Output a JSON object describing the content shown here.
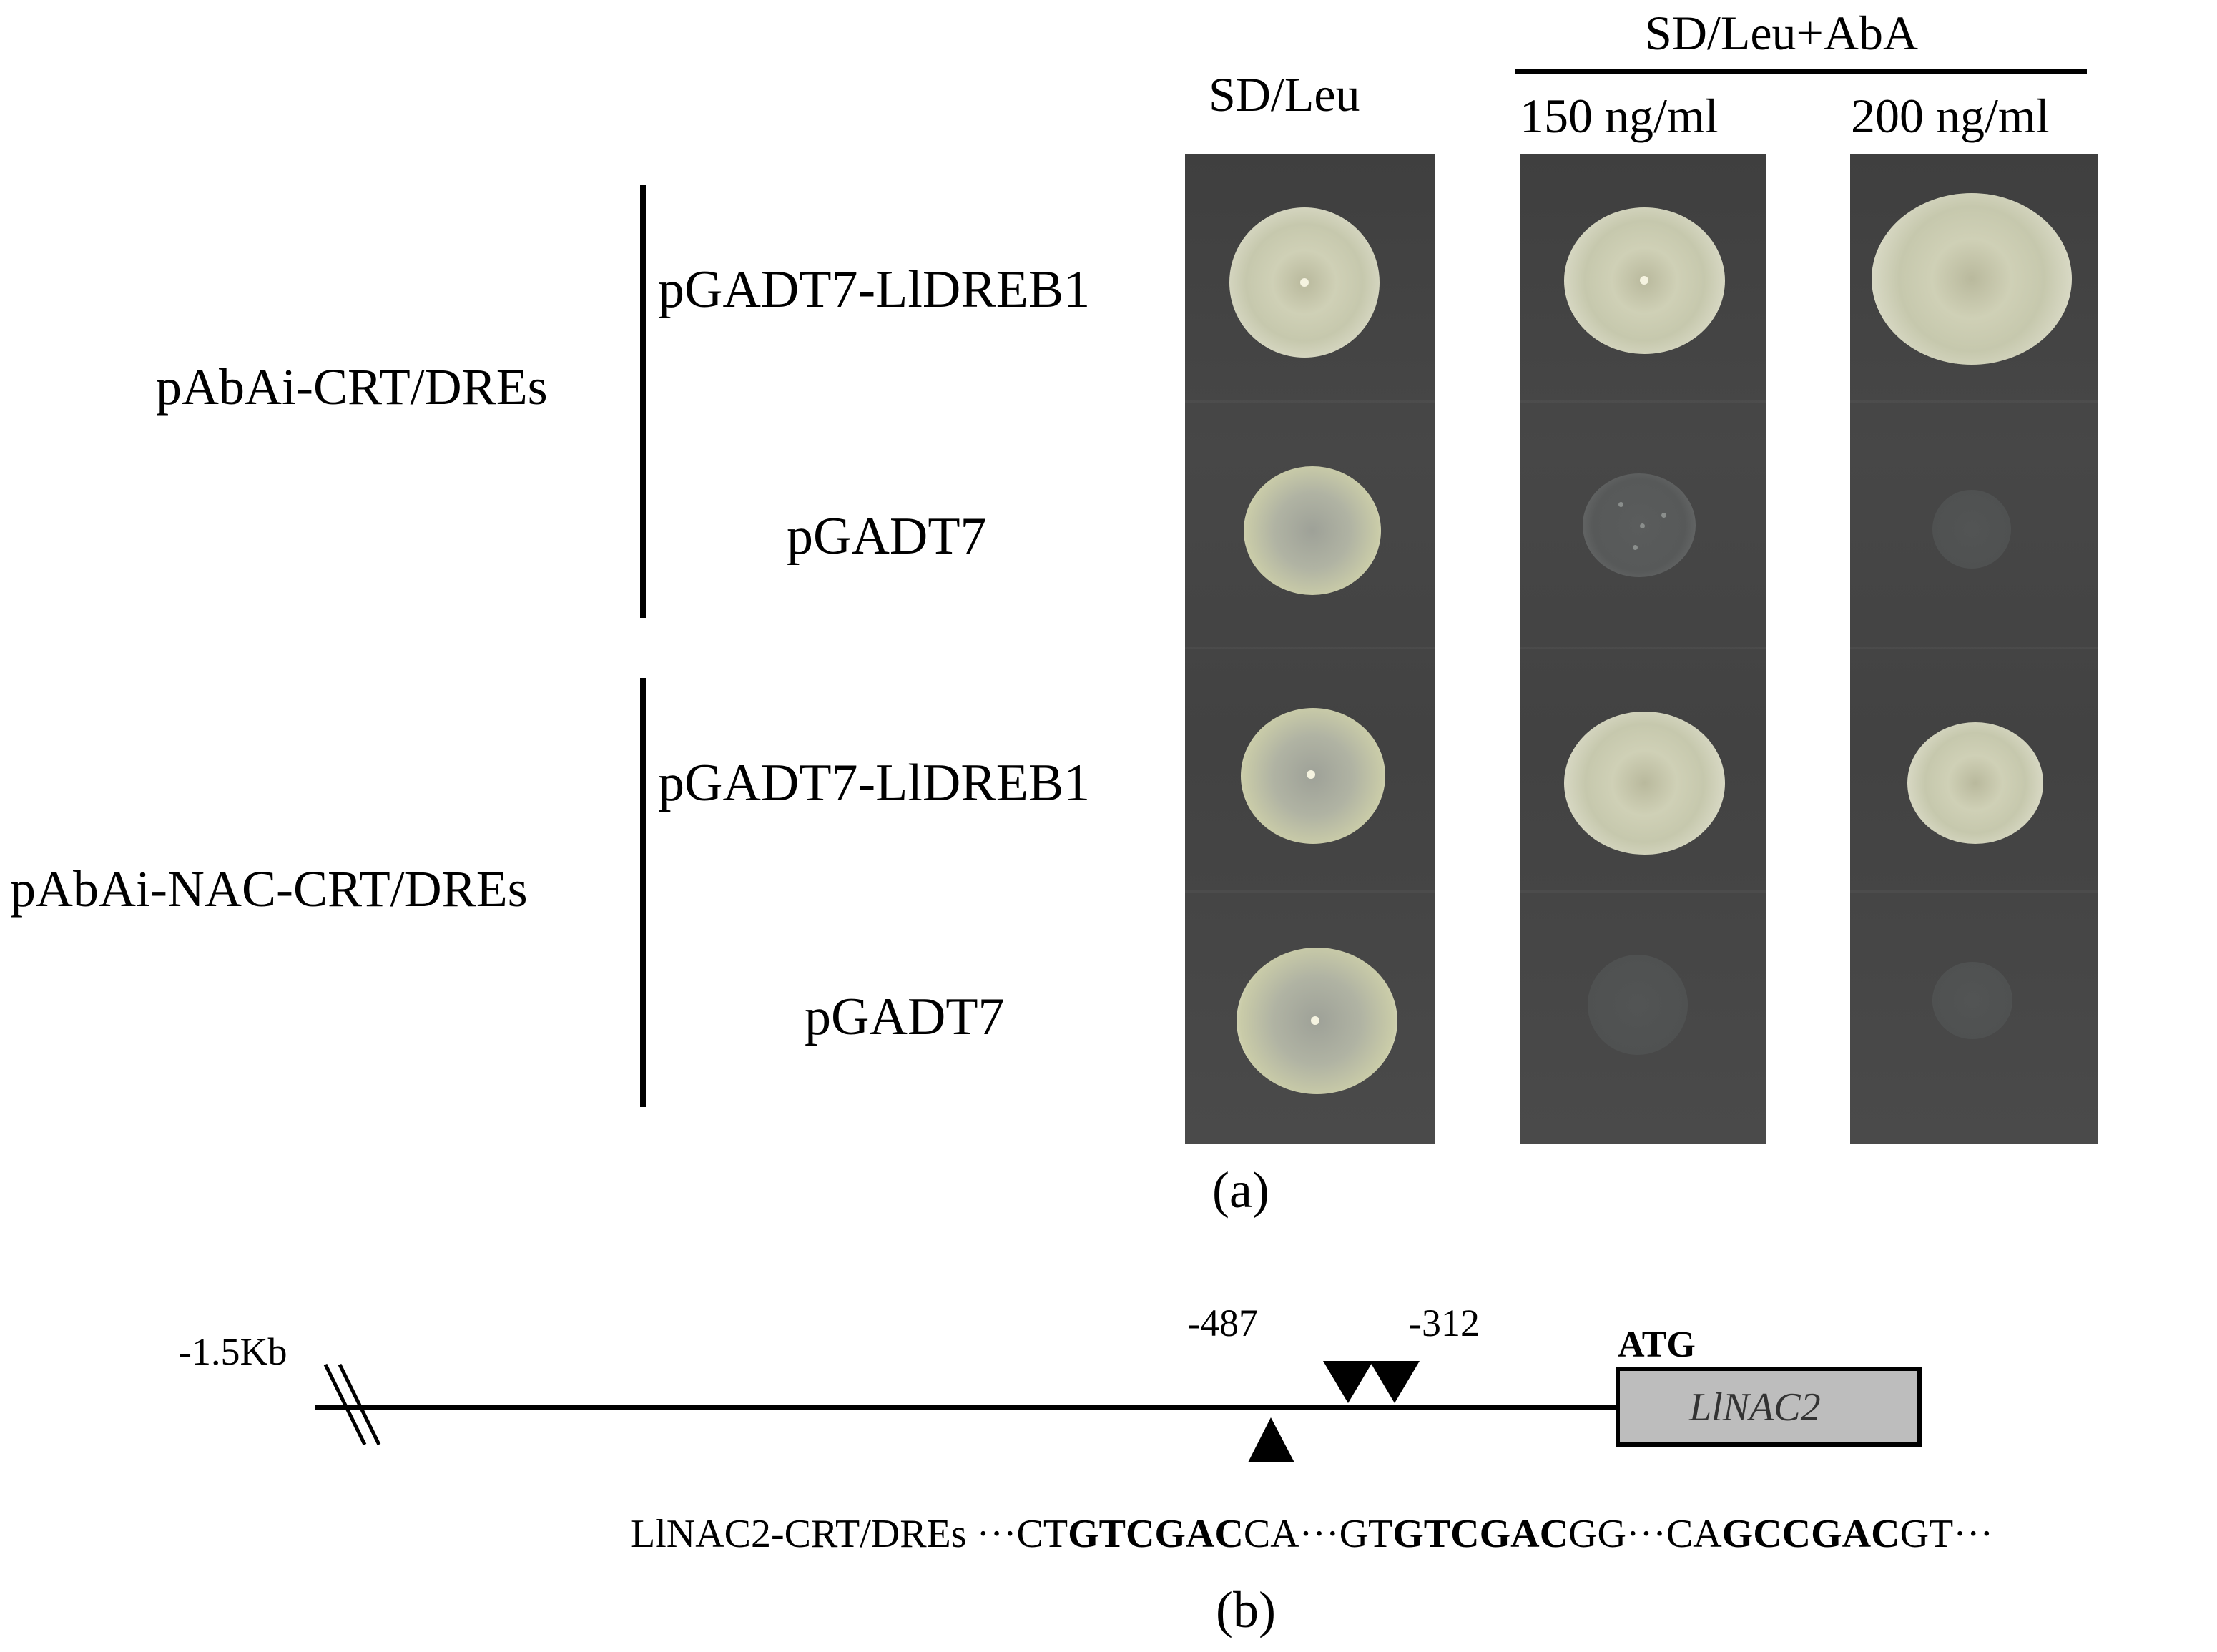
{
  "panel_a": {
    "col_headers": {
      "sd_leu": "SD/Leu",
      "sd_leu_aba": "SD/Leu+AbA",
      "conc_150": "150 ng/ml",
      "conc_200": "200 ng/ml"
    },
    "groups": [
      {
        "label": "pAbAi-CRT/DREs",
        "rows": [
          "pGADT7-LlDREB1",
          "pGADT7"
        ]
      },
      {
        "label": "pAbAi-NAC-CRT/DREs",
        "rows": [
          "pGADT7-LlDREB1",
          "pGADT7"
        ]
      }
    ],
    "caption": "(a)"
  },
  "panel_b": {
    "start_label": "-1.5Kb",
    "site_487": "-487",
    "site_312": "-312",
    "atg": "ATG",
    "gene": "LlNAC2",
    "seq_label": "LlNAC2-CRT/DREs",
    "seq": {
      "p1": "···CT",
      "b1": "GTCGAC",
      "p2": "CA···GT",
      "b2": "GTCGAC",
      "p3": "GG···CA",
      "b3": "GCCGAC",
      "p4": "GT···"
    },
    "caption": "(b)"
  }
}
